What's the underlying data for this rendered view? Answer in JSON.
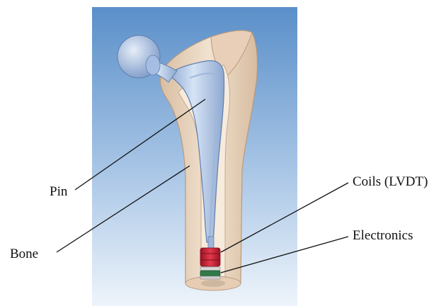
{
  "labels": {
    "pin": "Pin",
    "bone": "Bone",
    "coils": "Coils (LVDT)",
    "electronics": "Electronics"
  },
  "colors": {
    "background_top": "#5a8fc9",
    "background_bottom": "#eef4fb",
    "bone": "#ead6bf",
    "bone_edge": "#b99a7e",
    "pin": "#b8cdea",
    "pin_edge": "#5f7fae",
    "coils": "#cf1f33",
    "electronics": "#2f7a4a",
    "leader_line": "#111111"
  }
}
